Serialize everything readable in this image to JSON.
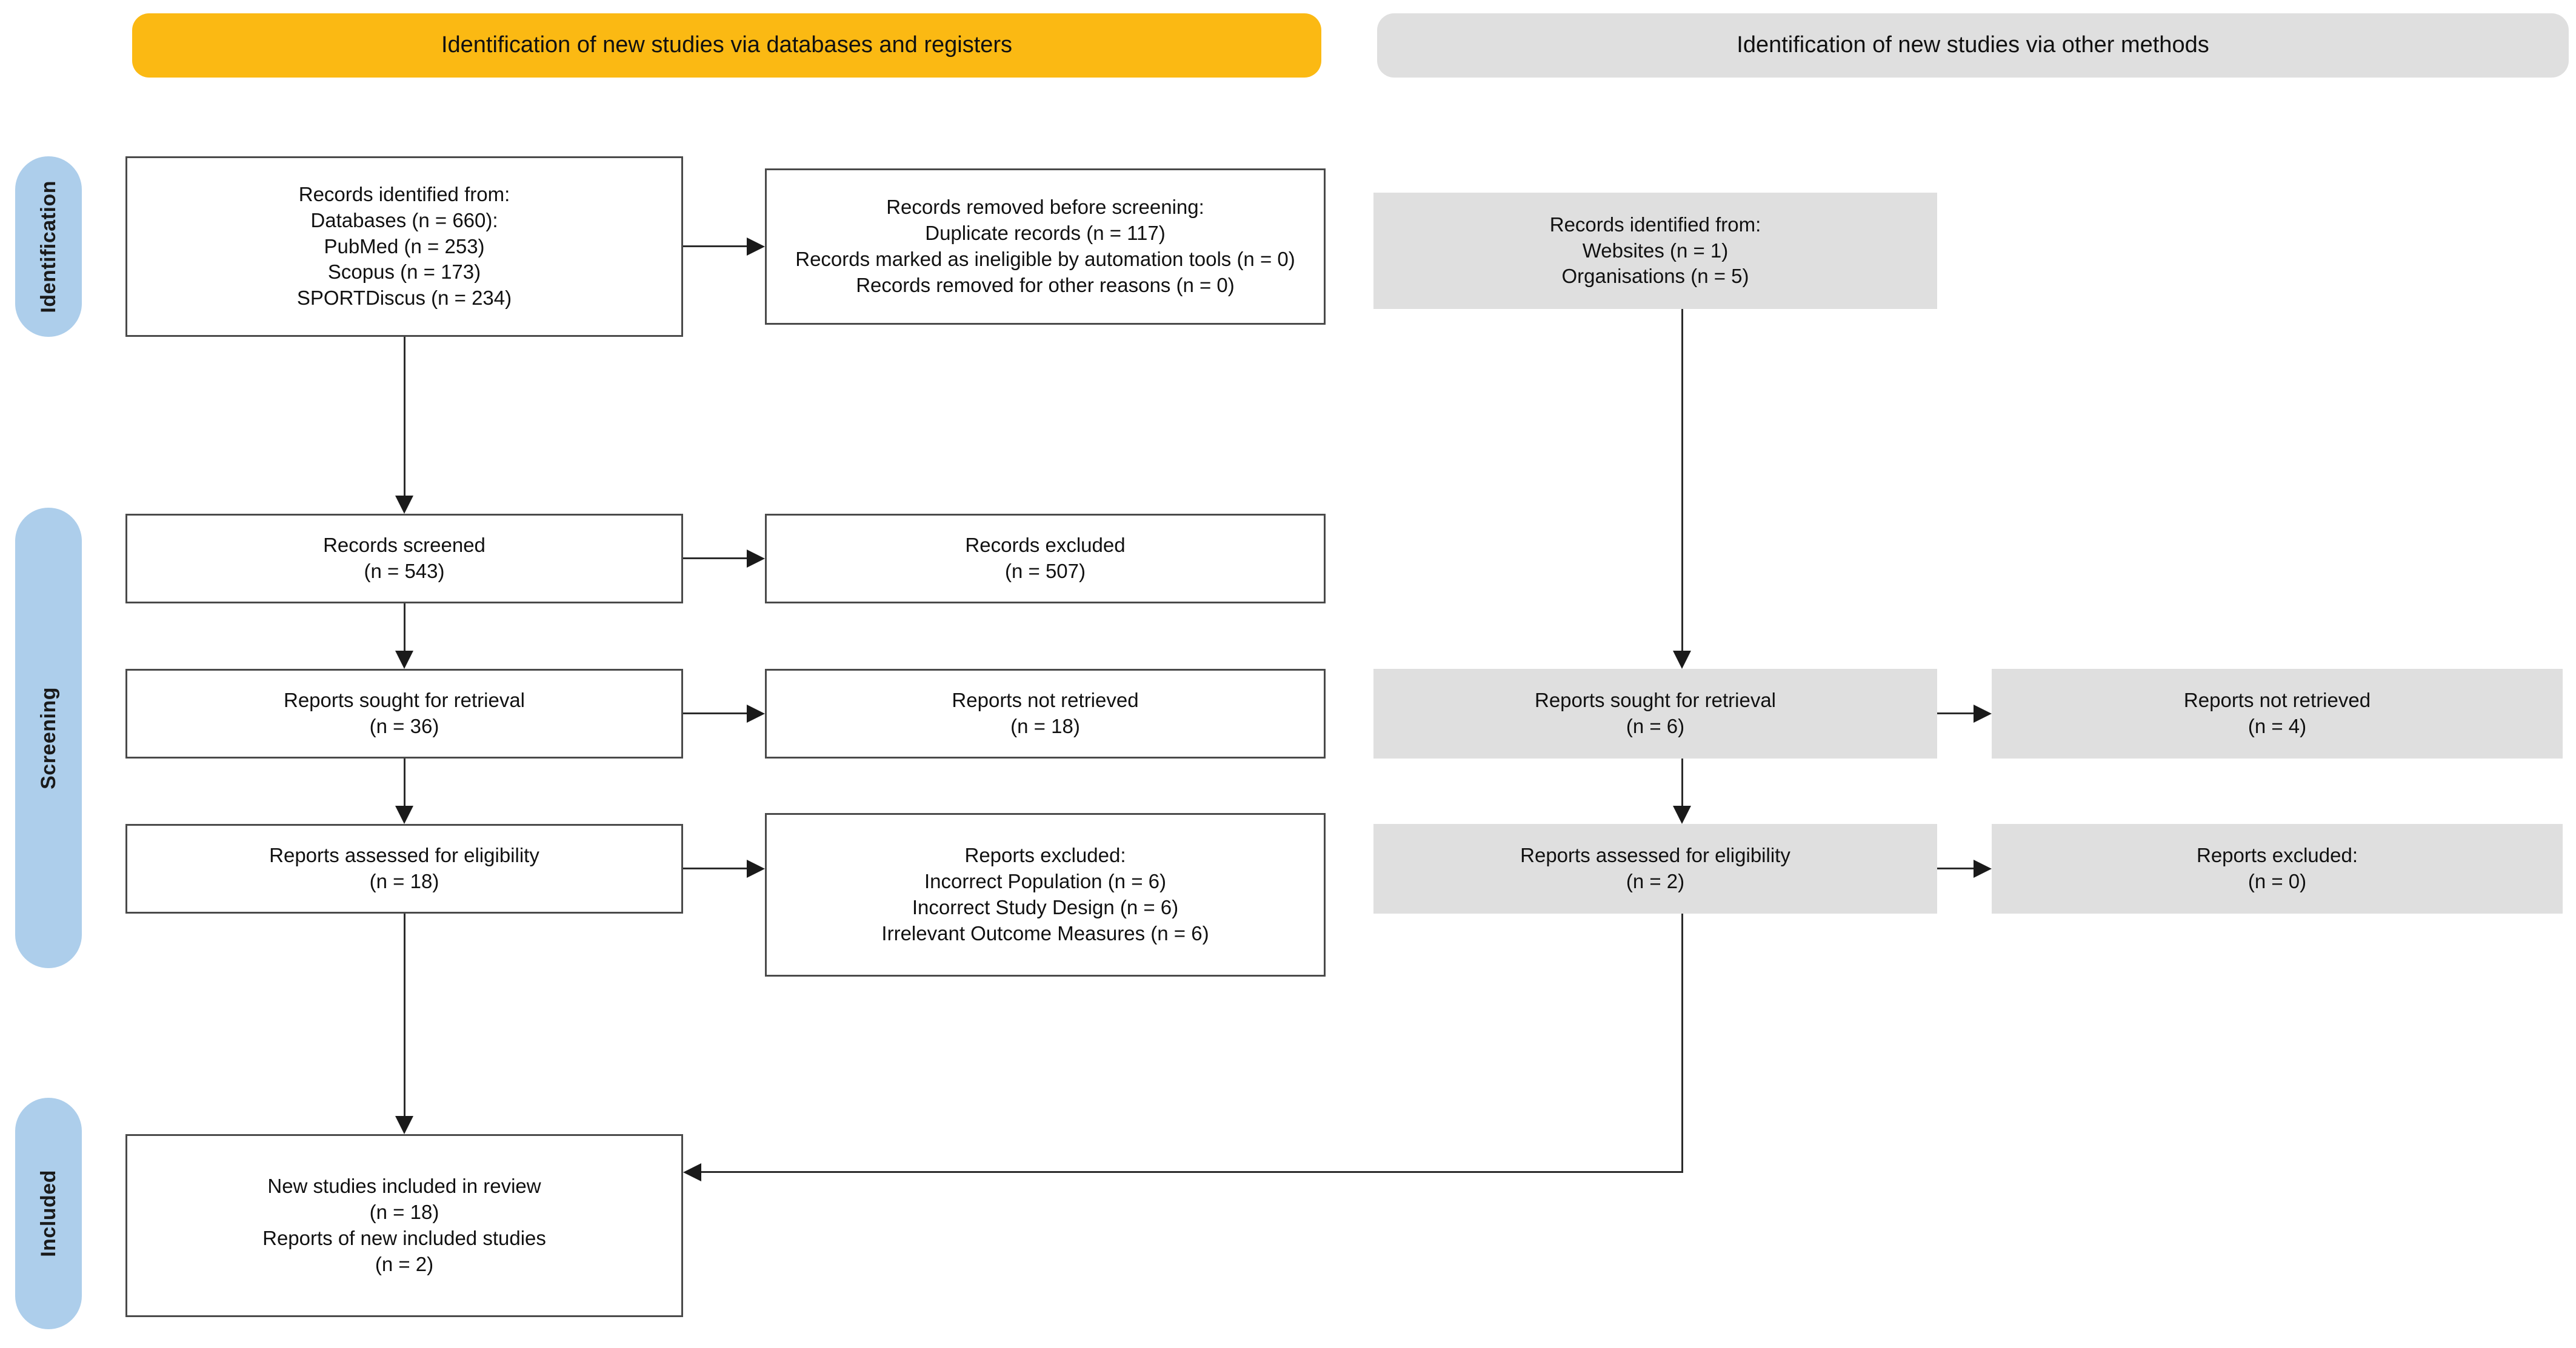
{
  "headers": {
    "databases": {
      "label": "Identification of new studies via databases and registers",
      "color": "#FBB913"
    },
    "other": {
      "label": "Identification of new studies via other methods",
      "color": "#DFDFDF"
    }
  },
  "stages": {
    "identification": "Identification",
    "screening": "Screening",
    "included": "Included",
    "color": "#ADCEEB"
  },
  "databases_column": {
    "records_identified": {
      "lines": [
        "Records identified from:",
        "Databases (n = 660):",
        "PubMed (n = 253)",
        "Scopus (n = 173)",
        "SPORTDiscus (n = 234)"
      ]
    },
    "records_removed": {
      "lines": [
        "Records removed before screening:",
        "Duplicate records (n = 117)",
        "Records marked as ineligible by automation tools (n = 0)",
        "Records removed for other reasons (n = 0)"
      ]
    },
    "records_screened": {
      "lines": [
        "Records screened",
        "(n = 543)"
      ]
    },
    "records_excluded": {
      "lines": [
        "Records excluded",
        "(n = 507)"
      ]
    },
    "reports_sought": {
      "lines": [
        "Reports sought for retrieval",
        "(n = 36)"
      ]
    },
    "reports_not_retrieved": {
      "lines": [
        "Reports not retrieved",
        "(n = 18)"
      ]
    },
    "reports_assessed": {
      "lines": [
        "Reports assessed for eligibility",
        "(n = 18)"
      ]
    },
    "reports_excluded": {
      "lines": [
        "Reports excluded:",
        "Incorrect Population (n = 6)",
        "Incorrect Study Design (n = 6)",
        "Irrelevant Outcome Measures (n = 6)"
      ]
    },
    "new_studies_included": {
      "lines": [
        "New studies included in review",
        "(n = 18)",
        "Reports of new included studies",
        "(n = 2)"
      ]
    }
  },
  "other_column": {
    "records_identified": {
      "lines": [
        "Records identified from:",
        "Websites (n = 1)",
        "Organisations (n = 5)"
      ]
    },
    "reports_sought": {
      "lines": [
        "Reports sought for retrieval",
        "(n = 6)"
      ]
    },
    "reports_not_retrieved": {
      "lines": [
        "Reports not retrieved",
        "(n = 4)"
      ]
    },
    "reports_assessed": {
      "lines": [
        "Reports assessed for eligibility",
        "(n = 2)"
      ]
    },
    "reports_excluded": {
      "lines": [
        "Reports excluded:",
        "(n = 0)"
      ]
    }
  },
  "counts": {
    "databases_total": 660,
    "pubmed": 253,
    "scopus": 173,
    "sportdiscus": 234,
    "duplicates_removed": 117,
    "ineligible_automation": 0,
    "removed_other": 0,
    "screened": 543,
    "excluded": 507,
    "sought_db": 36,
    "not_retrieved_db": 18,
    "assessed_db": 18,
    "excluded_population": 6,
    "excluded_design": 6,
    "excluded_outcomes": 6,
    "websites": 1,
    "organisations": 5,
    "sought_other": 6,
    "not_retrieved_other": 4,
    "assessed_other": 2,
    "excluded_other": 0,
    "new_studies_included": 18,
    "reports_of_included": 2
  }
}
